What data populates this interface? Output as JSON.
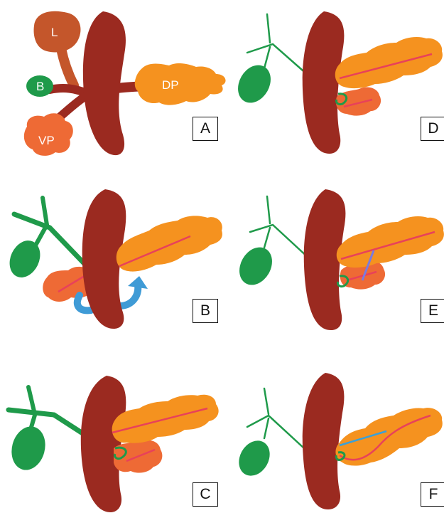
{
  "colors": {
    "duodenum": "#9b2a20",
    "liver": "#c4562b",
    "dorsal_pancreas": "#f5921f",
    "ventral_pancreas": "#ee6a35",
    "gallbladder": "#1f9a4a",
    "bile_duct": "#1f9a4a",
    "main_duct": "#e8415a",
    "accessory_duct": "#7a7adf",
    "anomalous_duct": "#3aa0d8",
    "rotation_arrow": "#3f9bd6"
  },
  "panels": [
    {
      "label": "A",
      "organ_labels": {
        "liver": "L",
        "gallbladder": "B",
        "ventral_pancreas": "VP",
        "dorsal_pancreas": "DP"
      }
    },
    {
      "label": "B"
    },
    {
      "label": "C"
    },
    {
      "label": "D"
    },
    {
      "label": "E"
    },
    {
      "label": "F"
    }
  ]
}
